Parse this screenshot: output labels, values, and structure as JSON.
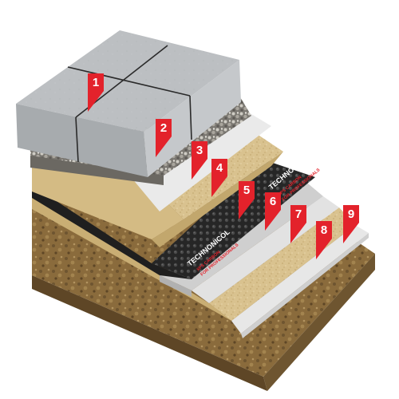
{
  "brand": {
    "name": "TECHNONICOL",
    "product_line": "XPS CARBON",
    "tagline": "FOR PROFESSIONALS"
  },
  "layers": [
    {
      "number": "1"
    },
    {
      "number": "2"
    },
    {
      "number": "3"
    },
    {
      "number": "4"
    },
    {
      "number": "5"
    },
    {
      "number": "6"
    },
    {
      "number": "7"
    },
    {
      "number": "8"
    },
    {
      "number": "9"
    }
  ],
  "colors": {
    "tag_red": "#e3222b",
    "paver": "#b9bcbf",
    "gravel": "#8f8c85",
    "membrane": "#dcdcdc",
    "sand": "#d8c08a",
    "drainage": "#2b2b2b",
    "xps_board": "#c9c9c9",
    "soil": "#8a6b3c"
  }
}
